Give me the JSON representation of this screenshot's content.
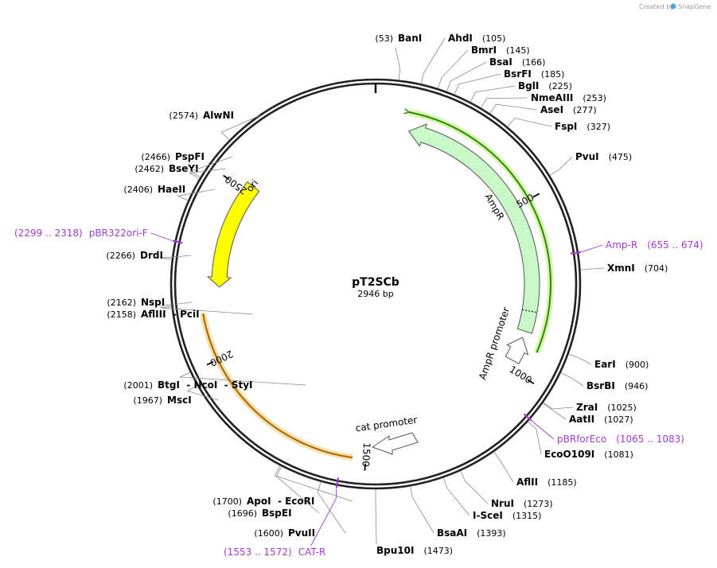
{
  "watermark": {
    "created_by": "Created by",
    "brand": "SnapGene"
  },
  "plasmid": {
    "name": "pT2SCb",
    "length_label": "2946 bp",
    "length": 2946
  },
  "colors": {
    "backbone": "#222222",
    "ampr_fill": "#c8f7c8",
    "ampr_stroke": "#555555",
    "ori_fill": "#ffff00",
    "ori_stroke": "#555555",
    "ampr_primer_band": "#d8f5b0",
    "ampr_primer_line": "#2a8a00",
    "cat_band": "#fbdca8",
    "cat_line": "#9a6a00",
    "primer": "#a43ad6"
  },
  "ticks": [
    {
      "pos": 500,
      "label": "500"
    },
    {
      "pos": 1000,
      "label": "1000"
    },
    {
      "pos": 1500,
      "label": "1500"
    },
    {
      "pos": 2000,
      "label": "2000"
    },
    {
      "pos": 2500,
      "label": "2500"
    }
  ],
  "features": {
    "ampr": {
      "label": "AmpR"
    },
    "ampr_promoter": {
      "label": "AmpR promoter"
    },
    "ori": {
      "label": "ori"
    },
    "cat_promoter": {
      "label": "cat promoter"
    }
  },
  "enzymes": [
    {
      "name": "BanI",
      "pos_text": "(53)"
    },
    {
      "name": "AhdI",
      "pos_text": "(105)"
    },
    {
      "name": "BmrI",
      "pos_text": "(145)"
    },
    {
      "name": "BsaI",
      "pos_text": "(166)"
    },
    {
      "name": "BsrFI",
      "pos_text": "(185)"
    },
    {
      "name": "BglI",
      "pos_text": "(225)"
    },
    {
      "name": "NmeAIII",
      "pos_text": "(253)"
    },
    {
      "name": "AseI",
      "pos_text": "(277)"
    },
    {
      "name": "FspI",
      "pos_text": "(327)"
    },
    {
      "name": "PvuI",
      "pos_text": "(475)"
    },
    {
      "name": "XmnI",
      "pos_text": "(704)"
    },
    {
      "name": "EarI",
      "pos_text": "(900)"
    },
    {
      "name": "BsrBI",
      "pos_text": "(946)"
    },
    {
      "name": "ZraI",
      "pos_text": "(1025)"
    },
    {
      "name": "AatII",
      "pos_text": "(1027)"
    },
    {
      "name": "EcoO109I",
      "pos_text": "(1081)"
    },
    {
      "name": "AflII",
      "pos_text": "(1185)"
    },
    {
      "name": "NruI",
      "pos_text": "(1273)"
    },
    {
      "name": "I-SceI",
      "pos_text": "(1315)"
    },
    {
      "name": "BsaAI",
      "pos_text": "(1393)"
    },
    {
      "name": "Bpu10I",
      "pos_text": "(1473)"
    },
    {
      "name": "PvuII",
      "pos_text": "(1600)"
    },
    {
      "name": "BspEI",
      "pos_text": "(1696)"
    },
    {
      "name": "ApoI  - EcoRI",
      "pos_text": "(1700)"
    },
    {
      "name": "MscI",
      "pos_text": "(1967)"
    },
    {
      "name": "BtgI  - NcoI  - StyI",
      "pos_text": "(2001)"
    },
    {
      "name": "AflIII  - PciI",
      "pos_text": "(2158)"
    },
    {
      "name": "NspI",
      "pos_text": "(2162)"
    },
    {
      "name": "DrdI",
      "pos_text": "(2266)"
    },
    {
      "name": "HaeII",
      "pos_text": "(2406)"
    },
    {
      "name": "BseYI",
      "pos_text": "(2462)"
    },
    {
      "name": "PspFI",
      "pos_text": "(2466)"
    },
    {
      "name": "AlwNI",
      "pos_text": "(2574)"
    }
  ],
  "primers": [
    {
      "name": "Amp-R",
      "range": "(655 .. 674)"
    },
    {
      "name": "pBRforEco",
      "range": "(1065 .. 1083)"
    },
    {
      "name": "CAT-R",
      "range": "(1553 .. 1572)"
    },
    {
      "name": "pBR322ori-F",
      "range": "(2299 .. 2318)"
    }
  ]
}
